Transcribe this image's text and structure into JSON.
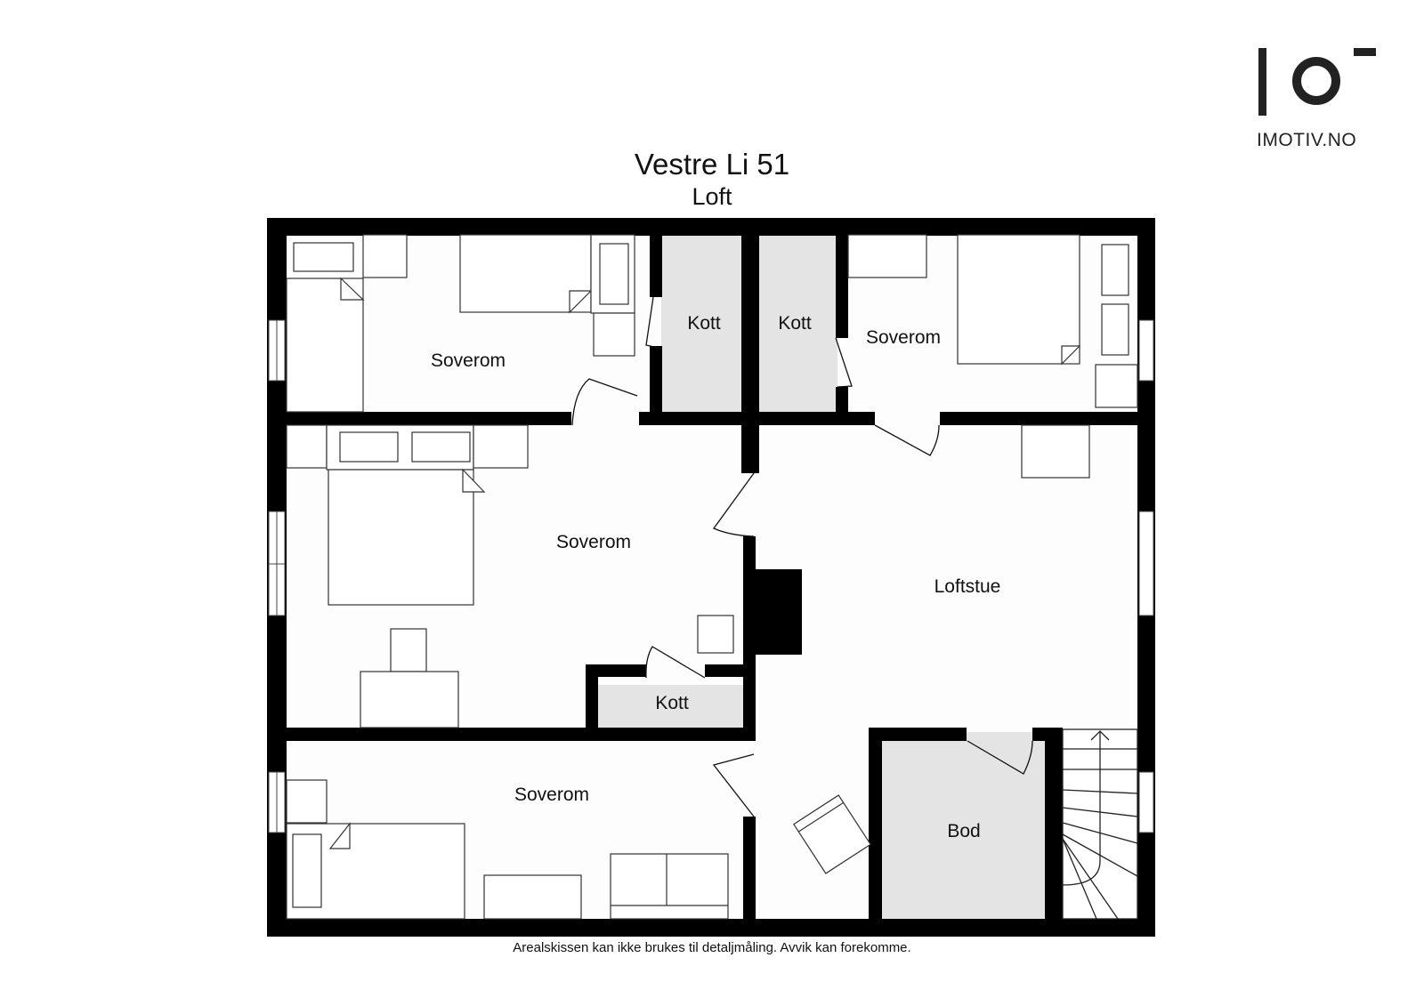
{
  "header": {
    "title": "Vestre Li 51",
    "subtitle": "Loft"
  },
  "brand": {
    "name": "IMOTIV.NO",
    "logo_icon": "io-logo-icon"
  },
  "rooms": [
    {
      "id": "soverom-1",
      "label": "Soverom"
    },
    {
      "id": "kott-1",
      "label": "Kott"
    },
    {
      "id": "kott-2",
      "label": "Kott"
    },
    {
      "id": "soverom-2",
      "label": "Soverom"
    },
    {
      "id": "soverom-3",
      "label": "Soverom"
    },
    {
      "id": "kott-3",
      "label": "Kott"
    },
    {
      "id": "loftstue",
      "label": "Loftstue"
    },
    {
      "id": "soverom-4",
      "label": "Soverom"
    },
    {
      "id": "bod",
      "label": "Bod"
    }
  ],
  "footer": {
    "disclaimer": "Arealskissen kan ikke brukes til detaljmåling. Avvik kan forekomme."
  },
  "colors": {
    "wall": "#000000",
    "floor": "#fdfdfd",
    "storage_fill": "#e4e4e4",
    "furniture_stroke": "#333333"
  }
}
